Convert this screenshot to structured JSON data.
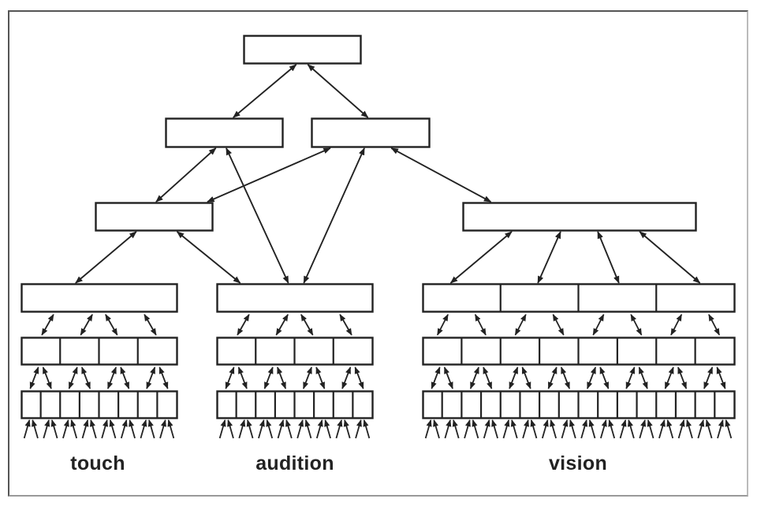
{
  "diagram": {
    "type": "hierarchical-sensory-processing",
    "arrow_style": "bidirectional",
    "modalities": [
      {
        "id": "touch",
        "label": "touch",
        "level4_units": 1,
        "level5_units": 4,
        "level6_units": 8
      },
      {
        "id": "audition",
        "label": "audition",
        "level4_units": 1,
        "level5_units": 4,
        "level6_units": 8
      },
      {
        "id": "vision",
        "label": "vision",
        "level4_units": 4,
        "level5_units": 8,
        "level6_units": 16
      }
    ],
    "nodes": [
      {
        "id": "top",
        "level": 1
      },
      {
        "id": "l2-left",
        "level": 2
      },
      {
        "id": "l2-right",
        "level": 2
      },
      {
        "id": "l3-left",
        "level": 3
      },
      {
        "id": "l3-right",
        "level": 3
      },
      {
        "id": "touch-l4",
        "level": 4
      },
      {
        "id": "audition-l4",
        "level": 4
      },
      {
        "id": "vision-l4",
        "level": 4
      }
    ],
    "edges": [
      {
        "from": "top",
        "to": "l2-left"
      },
      {
        "from": "top",
        "to": "l2-right"
      },
      {
        "from": "l2-left",
        "to": "l3-left"
      },
      {
        "from": "l2-left",
        "to": "audition-l4"
      },
      {
        "from": "l2-right",
        "to": "l3-left"
      },
      {
        "from": "l2-right",
        "to": "audition-l4"
      },
      {
        "from": "l2-right",
        "to": "l3-right"
      },
      {
        "from": "l3-left",
        "to": "touch-l4"
      },
      {
        "from": "l3-left",
        "to": "audition-l4"
      },
      {
        "from": "l3-right",
        "to": "vision-l4"
      }
    ]
  },
  "labels": {
    "touch": "touch",
    "audition": "audition",
    "vision": "vision"
  },
  "colors": {
    "stroke": "#222222",
    "background": "#ffffff"
  }
}
